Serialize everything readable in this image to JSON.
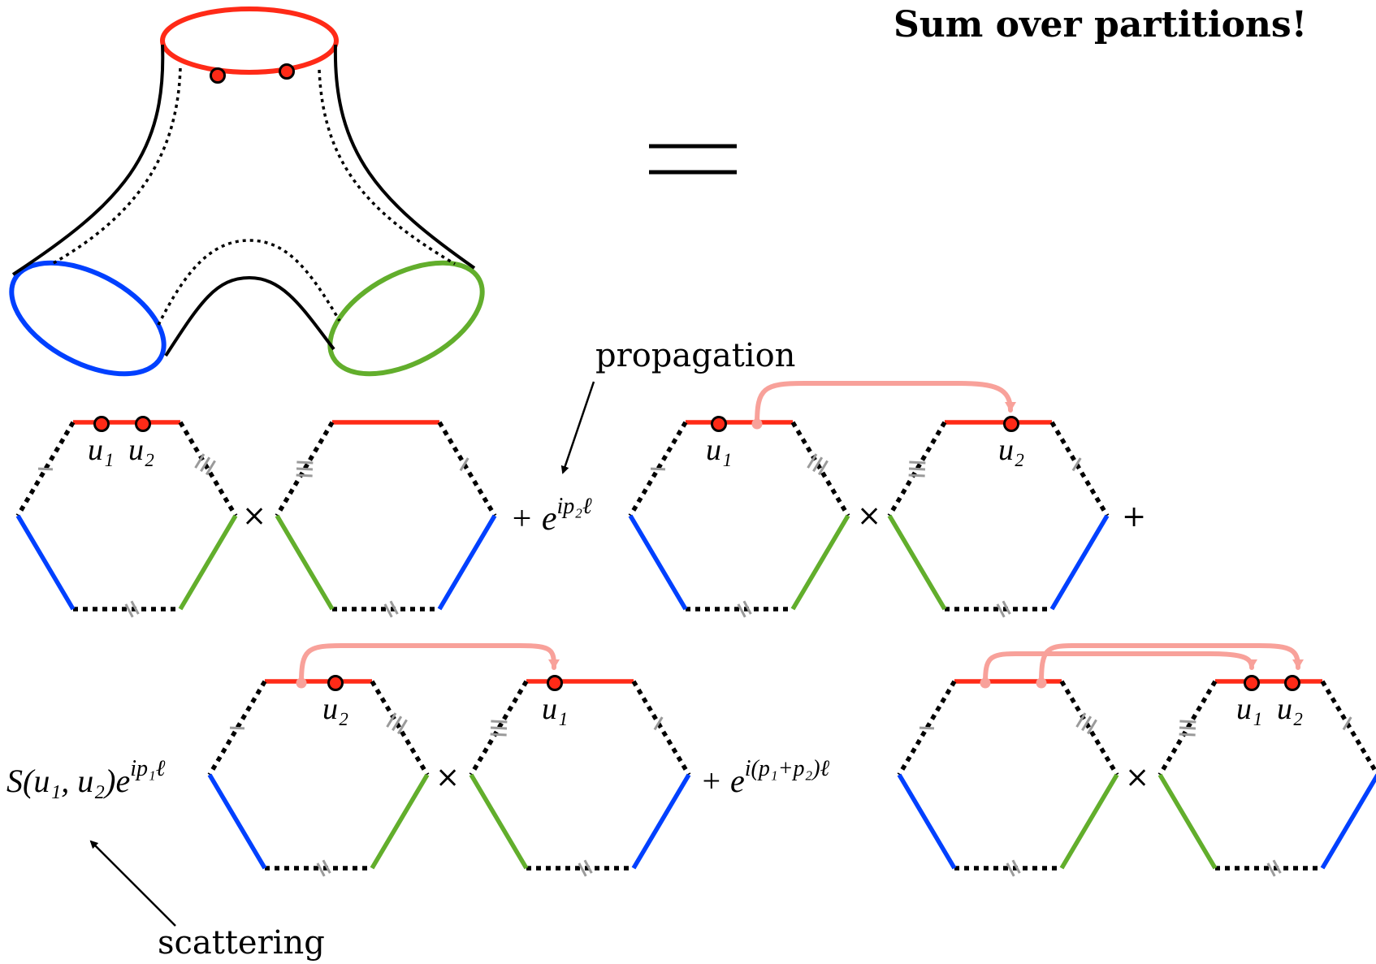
{
  "title": "Sum over partitions!",
  "labels": {
    "propagation": "propagation",
    "scattering": "scattering"
  },
  "terms": {
    "times": "×",
    "plus": "+",
    "t2_prefix": "+ e",
    "t2_sup": "ip₂ℓ",
    "t3_main": "S(u₁, u₂)e",
    "t3_sup": "ip₁ℓ",
    "t4_prefix": "+ e",
    "t4_sup": "i(p₁+p₂)ℓ"
  },
  "points": {
    "u1": "u₁",
    "u2": "u₂"
  },
  "colors": {
    "red": "#ff2a17",
    "blue": "#0040ff",
    "green": "#62ae2c",
    "black": "#000000",
    "gray": "#9a9a9a",
    "arrow_pink": "#f8a19a"
  }
}
